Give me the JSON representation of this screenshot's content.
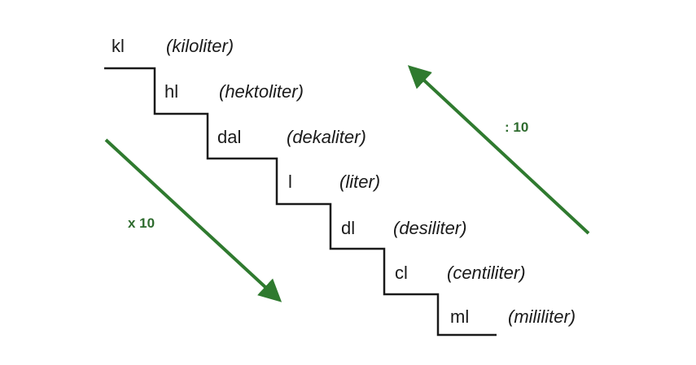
{
  "colors": {
    "stairs": "#1a1a1a",
    "arrow": "#2f7a2f",
    "factor_text": "#2e6b2e"
  },
  "units": [
    {
      "abbr": "kl",
      "full": "(kiloliter)"
    },
    {
      "abbr": "hl",
      "full": "(hektoliter)"
    },
    {
      "abbr": "dal",
      "full": "(dekaliter)"
    },
    {
      "abbr": "l",
      "full": "(liter)"
    },
    {
      "abbr": "dl",
      "full": "(desiliter)"
    },
    {
      "abbr": "cl",
      "full": "(centiliter)"
    },
    {
      "abbr": "ml",
      "full": "(mililiter)"
    }
  ],
  "factors": {
    "down": "x 10",
    "up": ": 10"
  }
}
